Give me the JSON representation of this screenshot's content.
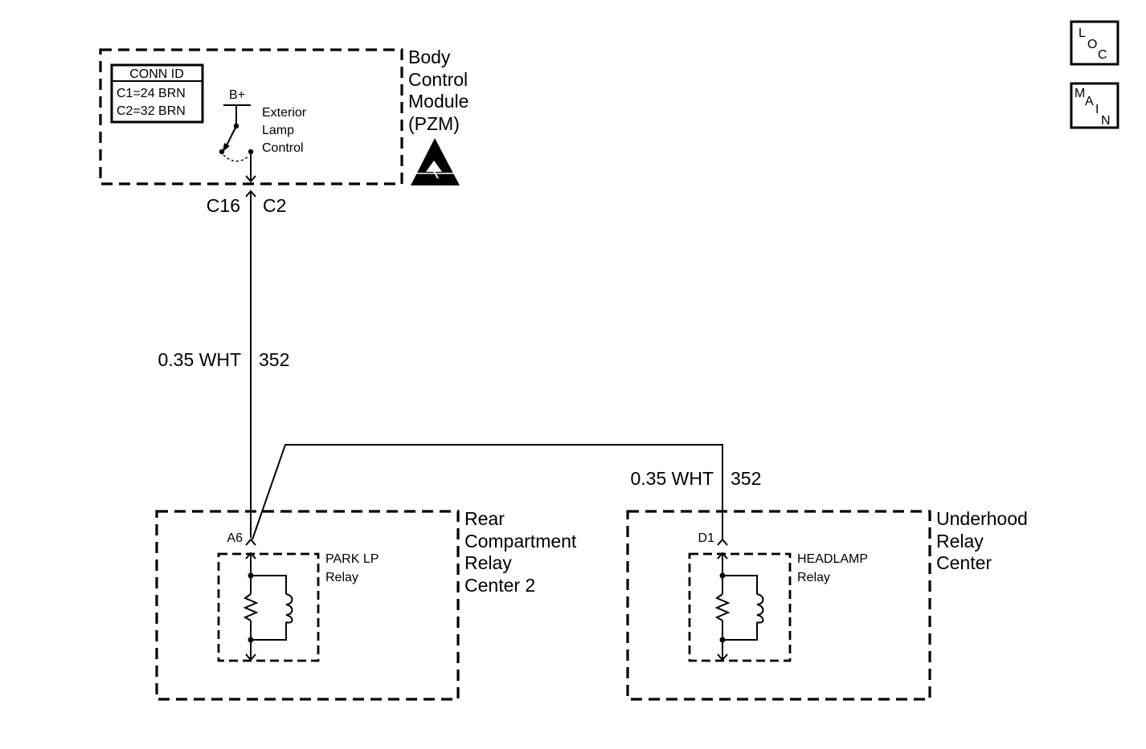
{
  "bcm": {
    "name_lines": [
      "Body",
      "Control",
      "Module",
      "(PZM)"
    ],
    "conn_id_title": "CONN ID",
    "conn_rows": [
      "C1=24 BRN",
      "C2=32 BRN"
    ],
    "supply": "B+",
    "switch_lines": [
      "Exterior",
      "Lamp",
      "Control"
    ],
    "connector_left": "C16",
    "connector_right": "C2"
  },
  "wire_upper": {
    "gauge": "0.35 WHT",
    "circuit": "352"
  },
  "wire_right": {
    "gauge": "0.35 WHT",
    "circuit": "352"
  },
  "rear_center": {
    "name_lines": [
      "Rear",
      "Compartment",
      "Relay",
      "Center 2"
    ],
    "pin": "A6",
    "relay_lines": [
      "PARK LP",
      "Relay"
    ]
  },
  "underhood_center": {
    "name_lines": [
      "Underhood",
      "Relay",
      "Center"
    ],
    "pin": "D1",
    "relay_lines": [
      "HEADLAMP",
      "Relay"
    ]
  },
  "nav": {
    "loc": [
      "L",
      "O",
      "C"
    ],
    "main": [
      "M",
      "A",
      "I",
      "N"
    ]
  }
}
